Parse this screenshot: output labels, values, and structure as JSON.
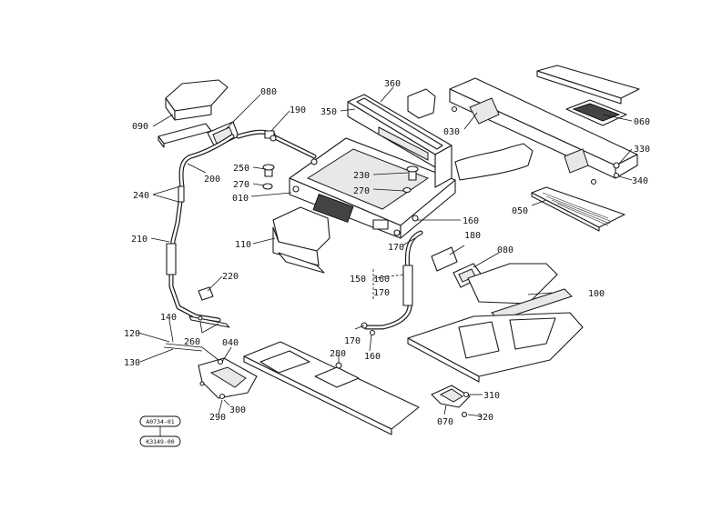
{
  "callouts": {
    "p090": "090",
    "p080a": "080",
    "p190": "190",
    "p360": "360",
    "p350": "350",
    "p030": "030",
    "p060": "060",
    "p330": "330",
    "p340": "340",
    "p250": "250",
    "p270a": "270",
    "p010": "010",
    "p230": "230",
    "p270b": "270",
    "p200": "200",
    "p240": "240",
    "p050": "050",
    "p160a": "160",
    "p210": "210",
    "p110": "110",
    "p170a": "170",
    "p180": "180",
    "p080b": "080",
    "p220": "220",
    "p150": "150",
    "p160b": "160",
    "p170b": "170",
    "p100": "100",
    "p140": "140",
    "p120": "120",
    "p260": "260",
    "p170c": "170",
    "p160c": "160",
    "p040": "040",
    "p130": "130",
    "p280": "280",
    "p310": "310",
    "p290": "290",
    "p300": "300",
    "p070": "070",
    "p320": "320"
  },
  "badges": {
    "top": "A0734-01",
    "bottom": "K3149-00"
  }
}
